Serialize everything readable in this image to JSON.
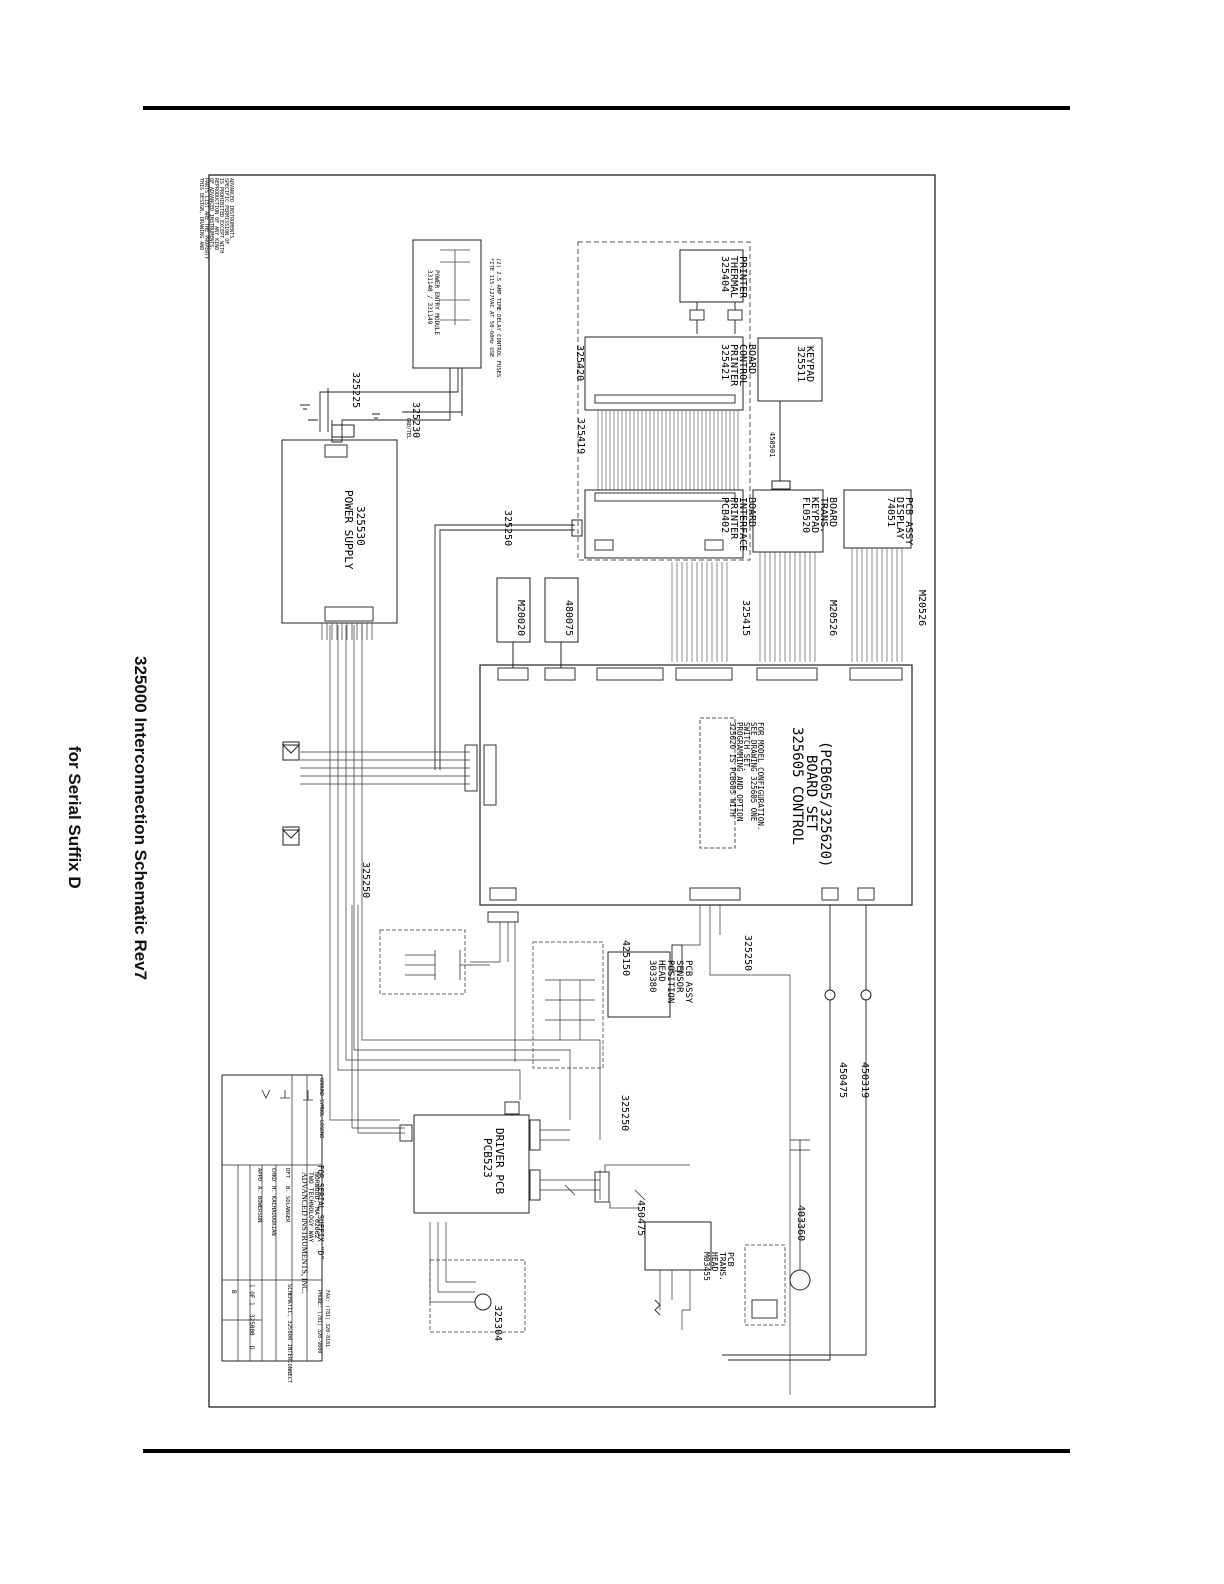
{
  "page": {
    "title_line1": "325000 Interconnection Schematic Rev7",
    "title_line2": "for Serial Suffix D"
  },
  "notice": {
    "lines": [
      "THIS DESIGN, DRAWING AND",
      "PARTS LIST ARE THE PROPERTY",
      "OF ADVANCED INSTRUMENTS.",
      "REPRODUCTION OF ANY KIND",
      "IS PROHIBITED EXCEPT WITH",
      "SPECIFIC PERMISSION OF",
      "ADVANCED INSTRUMENTS."
    ]
  },
  "blocks": {
    "thermal_printer": [
      "325404",
      "THERMAL",
      "PRINTER"
    ],
    "printer_control": [
      "325421",
      "PRINTER",
      "CONTROL",
      "BOARD"
    ],
    "printer_interface": [
      "PCB402",
      "PRINTER",
      "INTERFACE",
      "BOARD"
    ],
    "keypad": [
      "325511",
      "KEYPAD"
    ],
    "keypad_trans": [
      "FL0520",
      "KEYPAD",
      "TRANS.",
      "BOARD"
    ],
    "display": [
      "74051",
      "DISPLAY",
      "PCB ASSY"
    ],
    "power_supply": [
      "POWER SUPPLY",
      "325530"
    ],
    "power_entry": [
      "331140 / 331149",
      "POWER ENTRY MODULE"
    ],
    "control_board": [
      "325605 CONTROL",
      "BOARD SET",
      "(PCB605/325620)"
    ],
    "control_note": [
      "325620 IS PCB605 WITH",
      "PROGRAMMING AND OPTION",
      "SWITCH SET.",
      "SEE DRAWING 325605 ONE",
      "FOR MODEL CONFIGURATION."
    ],
    "head_sensor": [
      "303380",
      "HEAD",
      "POSITION",
      "SENSOR",
      "PCB ASSY"
    ],
    "driver": [
      "PCB523",
      "DRIVER PCB"
    ],
    "head_trans": [
      "M03455",
      "HEAD",
      "TRANS.",
      "PCB"
    ],
    "m20020": [
      "M20020"
    ],
    "b480075": [
      "480075"
    ]
  },
  "labels": {
    "c325225": "325225",
    "c325230": "325230",
    "c325250_a": "325250",
    "c325250_b": "325250",
    "c325250_c": "325250",
    "c325250_d": "325250",
    "c325419": "325419",
    "c325420": "325420",
    "c325415": "325415",
    "c450501": "450501",
    "m20526_a": "M20526",
    "m20526_b": "M20526",
    "c425150": "425150",
    "c450475_a": "450475",
    "c450475_b": "450475",
    "c450319": "450319",
    "c403360": "403360",
    "c325304": "325304",
    "gnd_tel": "GND/TEL",
    "mains_note_1": "*ITE 115-127VAC AT 50-60Hz USE",
    "mains_note_2": "(2) 2.5 AMP TIME DELAY CONTROL FUSES"
  },
  "title_block": {
    "serial_suffix": "FOR SERIAL SUFFIX \"D\"",
    "company": "ADVANCED INSTRUMENTS, INC.",
    "address_1": "TWO TECHNOLOGY WAY",
    "address_2": "NORWOOD, MA 02062",
    "phone": "PHONE: (781) 320-9000",
    "fax": "FAX: (781) 320-8181",
    "title_field": "SCHEMATIC, 325000 INTERCONNECT",
    "dft": "DFT",
    "dft_name": "B. SOLANGER",
    "chkd": "CHKD",
    "chkd_name": "H. KACHADOURIAN",
    "appd": "APPD",
    "appd_name": "A. BOWERSON",
    "doc_no": "325000",
    "rev": "D",
    "sheet": "1 OF 1",
    "size": "B",
    "legend_title": "GROUND SYMBOL LEGEND"
  }
}
